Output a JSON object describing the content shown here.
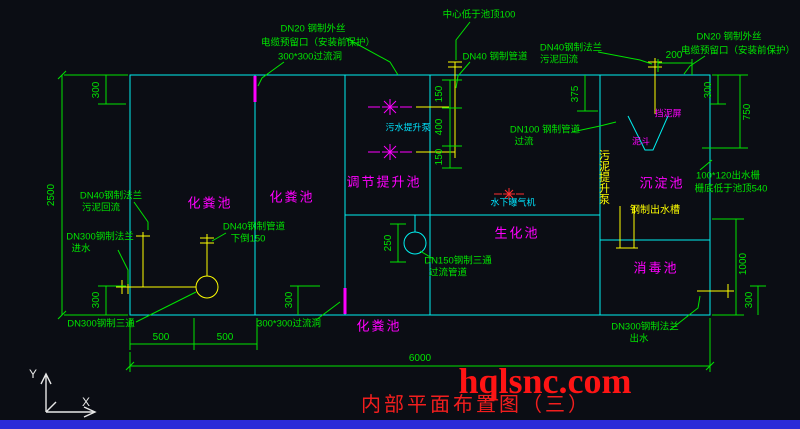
{
  "drawing": {
    "title": "内部平面布置图（三）",
    "watermark": "hqlsnc.com"
  },
  "ucs": {
    "x": "X",
    "y": "Y"
  },
  "pools": {
    "septic_1": "化粪池",
    "septic_2": "化粪池",
    "septic_3": "化粪池",
    "regulating_lift": "调节提升池",
    "biochemical": "生化池",
    "sedimentation": "沉淀池",
    "disinfection": "消毒池"
  },
  "equipment": {
    "sewage_lift_pump": "污水提升泵",
    "underwater_aerator": "水下曝气机",
    "sludge_lift_pump": "污泥提升泵",
    "steel_outlet_channel": "钢制出水槽",
    "mud_hopper": "泥斗",
    "mud_screen": "挡泥屏"
  },
  "notes": {
    "center_low": "中心低于池顶100",
    "tl_thread": "DN20 钢制外丝",
    "tl_cable": "电缆预留口（安装前保护）",
    "tl_hole": "300*300过流洞",
    "top_pipe": "DN40 钢制管道",
    "top_flange": "DN40钢制法兰",
    "top_sludge": "污泥回流",
    "tr_thread": "DN20 钢制外丝",
    "tr_cable": "电缆预留口（安装前保护）",
    "dn100_pipe": "DN100 钢制管道",
    "dn100_flow": "过流",
    "outlet_grate": "100*120出水栅",
    "grate_note": "栅底低于池顶540",
    "left_flange": "DN40钢制法兰",
    "left_sludge": "污泥回流",
    "left_pipe": "DN40钢制管道",
    "left_down": "下倒150",
    "inlet_flange": "DN300钢制法兰",
    "inlet": "进水",
    "inlet_tee": "DN300钢制三通",
    "bottom_hole": "300*300过流洞",
    "tee_dn150": "DN150钢制三通",
    "tee_pipe": "过流管道",
    "outlet_flange": "DN300钢制法兰",
    "outlet": "出水"
  },
  "dims": {
    "h2500": "2500",
    "h6000": "6000",
    "w500a": "500",
    "w500b": "500",
    "w200": "200",
    "v300_tl": "300",
    "v300_bl": "300",
    "v300_bc": "300",
    "v300_tr": "300",
    "v300_br": "300",
    "v375": "375",
    "v750": "750",
    "v1000": "1000",
    "v250": "250",
    "v150a": "150",
    "v400": "400",
    "v150b": "150"
  },
  "colors": {
    "background": "#0b0d14",
    "walls": "#00f0f0",
    "dimensions": "#00e400",
    "pool_labels": "#ff00ff",
    "pipes": "#ffff00",
    "watermark": "#ff1414",
    "scrollbar": "#2b2bd8"
  }
}
